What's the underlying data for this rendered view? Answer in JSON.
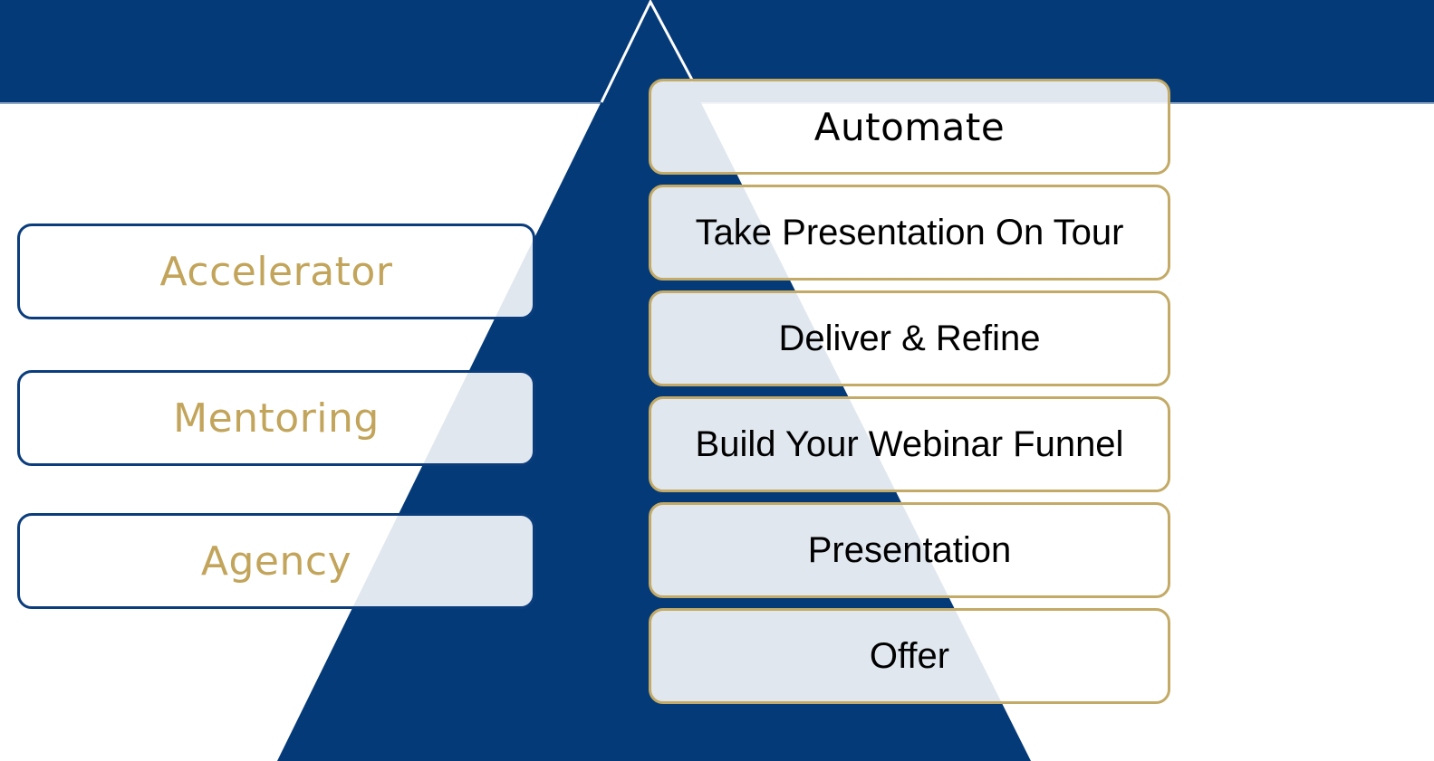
{
  "colors": {
    "navy": "#053a78",
    "gold": "#c2a45a",
    "gold_border": "#c3aa66",
    "white": "#ffffff"
  },
  "left_tiers": [
    {
      "label": "Accelerator"
    },
    {
      "label": "Mentoring"
    },
    {
      "label": "Agency"
    }
  ],
  "right_steps": [
    {
      "label": "Automate"
    },
    {
      "label": "Take Presentation On Tour"
    },
    {
      "label": "Deliver & Refine"
    },
    {
      "label": "Build Your Webinar Funnel"
    },
    {
      "label": "Presentation"
    },
    {
      "label": "Offer"
    }
  ]
}
